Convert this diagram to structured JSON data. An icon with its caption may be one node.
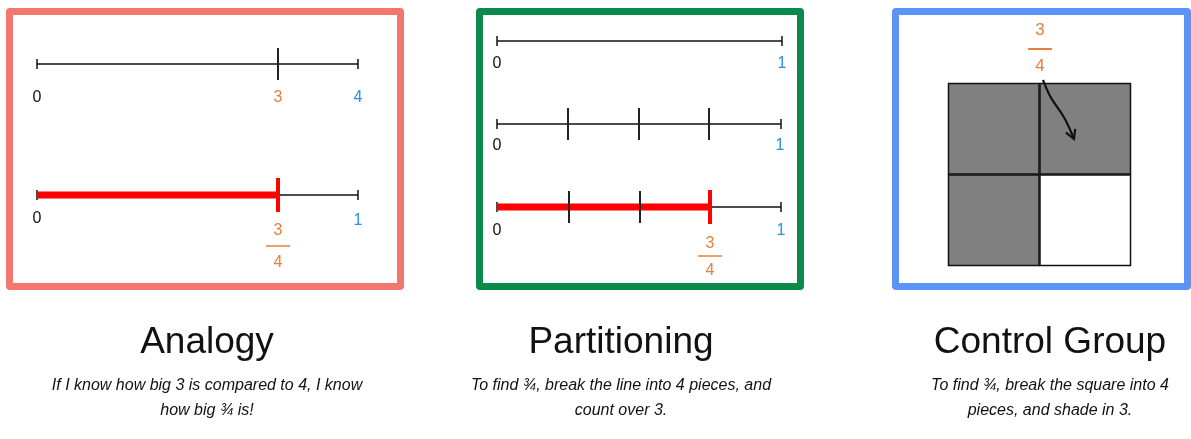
{
  "diagram": {
    "nodes": [
      {
        "text": [
          "Analogy",
          "If I know how big 3 is compared to 4, I know how big ¾ is!"
        ]
      },
      {
        "text": [
          "Partitioning",
          "To find ¾, break the line into 4 pieces, and count over 3."
        ]
      },
      {
        "text": [
          "Control Group",
          "To find ¾, break the square into 4 pieces, and shade in 3."
        ]
      },
      {
        "text": [
          "3",
          "4"
        ],
        "in": 2
      },
      {
        "text": [],
        "shape": "box",
        "in": 2
      }
    ],
    "edges": [
      {
        "from": 3,
        "to": 4,
        "arrow": "to"
      }
    ],
    "labels": [
      "0",
      "3",
      "4",
      "0",
      "1",
      "3",
      "4",
      "0",
      "1",
      "0",
      "1",
      "0",
      "1",
      "3",
      "4"
    ]
  }
}
